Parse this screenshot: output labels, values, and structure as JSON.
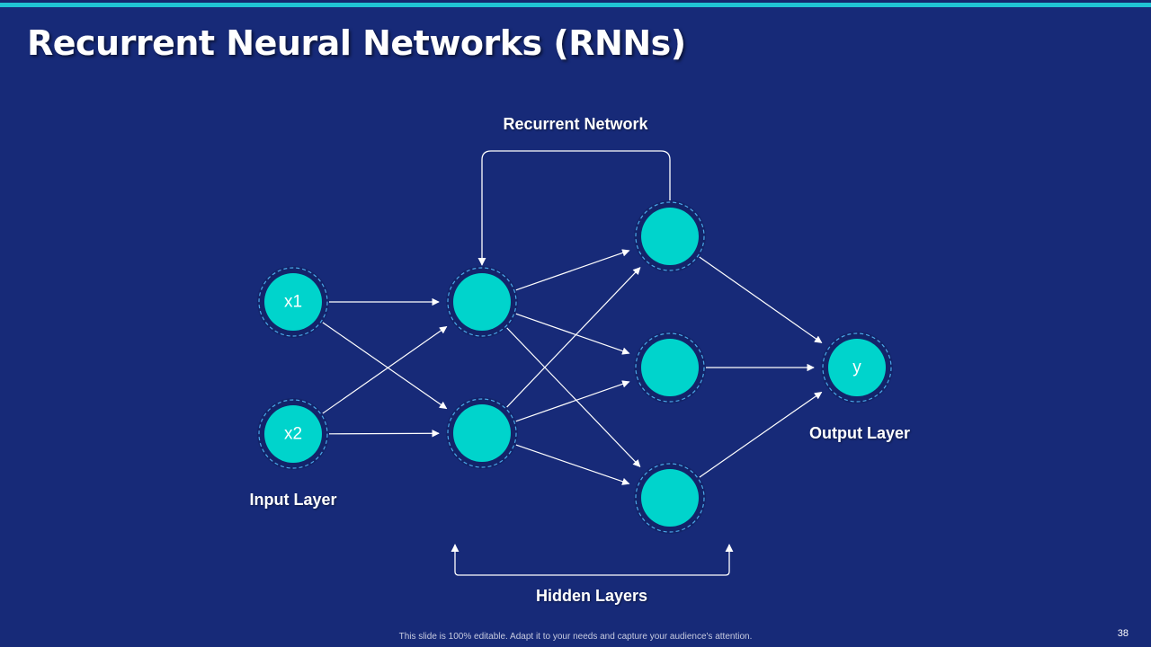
{
  "slide": {
    "title": "Recurrent Neural Networks (RNNs)",
    "footer_note": "This slide is 100% editable. Adapt it to your needs and capture your audience's attention.",
    "page_number": "38"
  },
  "colors": {
    "background": "#172a78",
    "accent": "#20c4d4",
    "node_fill": "#00d4cc",
    "node_ring": "#4aa8e8",
    "edge": "#ffffff"
  },
  "labels": {
    "recurrent": "Recurrent Network",
    "input_layer": "Input Layer",
    "output_layer": "Output Layer",
    "hidden_layers": "Hidden Layers"
  },
  "diagram": {
    "nodes": [
      {
        "id": "x1",
        "layer": "input",
        "text": "x1"
      },
      {
        "id": "x2",
        "layer": "input",
        "text": "x2"
      },
      {
        "id": "h1a",
        "layer": "hidden-1",
        "text": ""
      },
      {
        "id": "h1b",
        "layer": "hidden-1",
        "text": ""
      },
      {
        "id": "h2a",
        "layer": "hidden-2",
        "text": ""
      },
      {
        "id": "h2b",
        "layer": "hidden-2",
        "text": ""
      },
      {
        "id": "h2c",
        "layer": "hidden-2",
        "text": ""
      },
      {
        "id": "y",
        "layer": "output",
        "text": "y"
      }
    ],
    "edges": [
      {
        "from": "x1",
        "to": "h1a"
      },
      {
        "from": "x1",
        "to": "h1b"
      },
      {
        "from": "x2",
        "to": "h1a"
      },
      {
        "from": "x2",
        "to": "h1b"
      },
      {
        "from": "h1a",
        "to": "h2a"
      },
      {
        "from": "h1a",
        "to": "h2b"
      },
      {
        "from": "h1a",
        "to": "h2c"
      },
      {
        "from": "h1b",
        "to": "h2a"
      },
      {
        "from": "h1b",
        "to": "h2b"
      },
      {
        "from": "h1b",
        "to": "h2c"
      },
      {
        "from": "h2a",
        "to": "y"
      },
      {
        "from": "h2b",
        "to": "y"
      },
      {
        "from": "h2c",
        "to": "y"
      }
    ],
    "recurrent_edge": {
      "from": "h2a",
      "to": "h1a"
    }
  }
}
